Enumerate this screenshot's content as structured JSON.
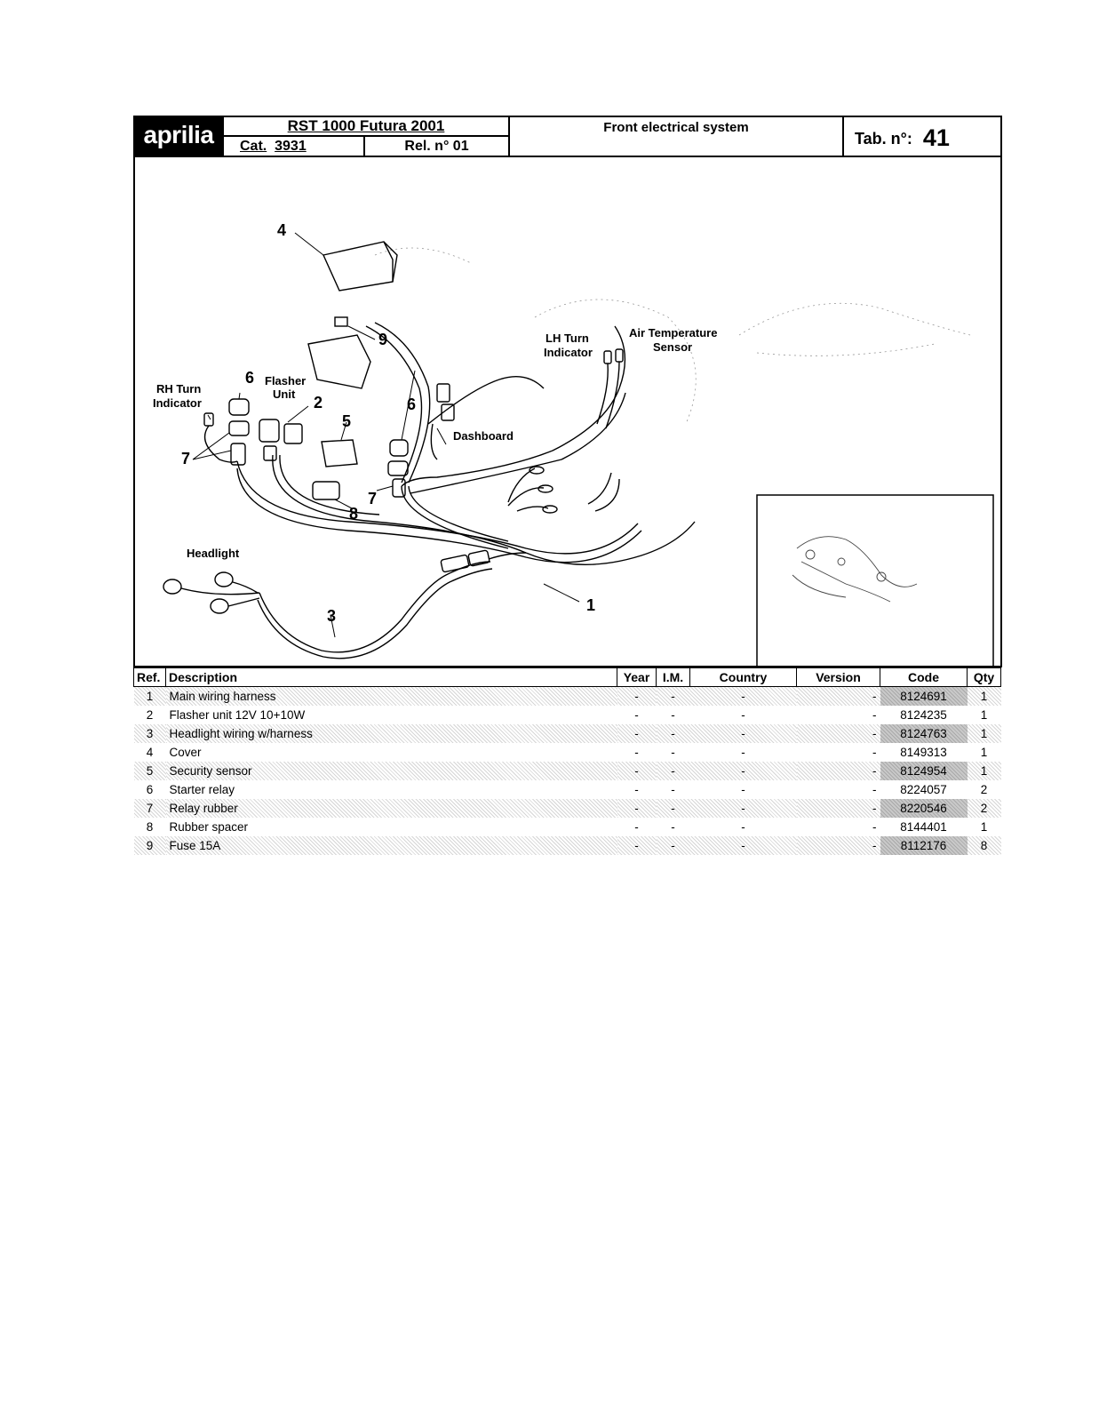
{
  "header": {
    "brand": "aprilia",
    "model": "RST 1000 Futura 2001",
    "catalog_label": "Cat.",
    "catalog_number": "3931",
    "release": "Rel. n° 01",
    "section_title": "Front electrical system",
    "tab_label": "Tab. n°:",
    "tab_number": "41"
  },
  "diagram": {
    "labels": {
      "rh_turn_1": "RH Turn",
      "rh_turn_2": "Indicator",
      "flasher_1": "Flasher",
      "flasher_2": "Unit",
      "lh_turn_1": "LH Turn",
      "lh_turn_2": "Indicator",
      "air_temp_1": "Air Temperature",
      "air_temp_2": "Sensor",
      "dashboard": "Dashboard",
      "headlight": "Headlight"
    },
    "callouts": [
      "1",
      "2",
      "3",
      "4",
      "5",
      "6",
      "7",
      "8",
      "9"
    ]
  },
  "table": {
    "columns": [
      "Ref.",
      "Description",
      "Year",
      "I.M.",
      "Country",
      "Version",
      "Code",
      "Qty"
    ],
    "rows": [
      {
        "ref": "1",
        "description": "Main wiring harness",
        "year": "-",
        "im": "-",
        "country": "-",
        "version": "-",
        "code": "8124691",
        "qty": "1",
        "shaded": true
      },
      {
        "ref": "2",
        "description": "Flasher unit 12V 10+10W",
        "year": "-",
        "im": "-",
        "country": "-",
        "version": "-",
        "code": "8124235",
        "qty": "1",
        "shaded": false
      },
      {
        "ref": "3",
        "description": "Headlight wiring w/harness",
        "year": "-",
        "im": "-",
        "country": "-",
        "version": "-",
        "code": "8124763",
        "qty": "1",
        "shaded": true
      },
      {
        "ref": "4",
        "description": "Cover",
        "year": "-",
        "im": "-",
        "country": "-",
        "version": "-",
        "code": "8149313",
        "qty": "1",
        "shaded": false
      },
      {
        "ref": "5",
        "description": "Security sensor",
        "year": "-",
        "im": "-",
        "country": "-",
        "version": "-",
        "code": "8124954",
        "qty": "1",
        "shaded": true
      },
      {
        "ref": "6",
        "description": "Starter relay",
        "year": "-",
        "im": "-",
        "country": "-",
        "version": "-",
        "code": "8224057",
        "qty": "2",
        "shaded": false
      },
      {
        "ref": "7",
        "description": "Relay rubber",
        "year": "-",
        "im": "-",
        "country": "-",
        "version": "-",
        "code": "8220546",
        "qty": "2",
        "shaded": true
      },
      {
        "ref": "8",
        "description": "Rubber spacer",
        "year": "-",
        "im": "-",
        "country": "-",
        "version": "-",
        "code": "8144401",
        "qty": "1",
        "shaded": false
      },
      {
        "ref": "9",
        "description": "Fuse 15A",
        "year": "-",
        "im": "-",
        "country": "-",
        "version": "-",
        "code": "8112176",
        "qty": "8",
        "shaded": true
      }
    ]
  }
}
